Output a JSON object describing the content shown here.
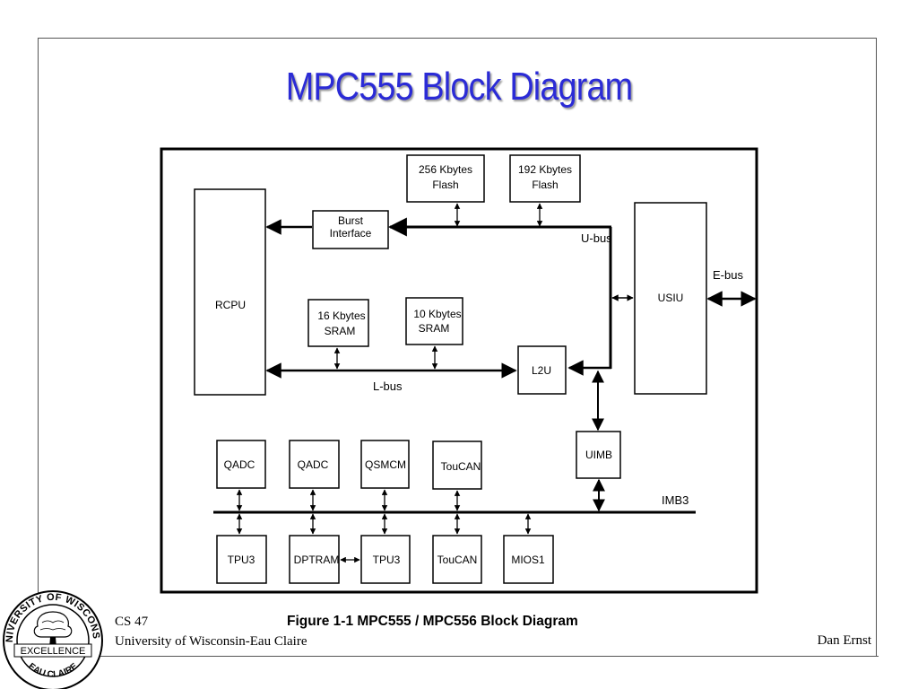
{
  "slide": {
    "title": "MPC555 Block Diagram",
    "figure_caption": "Figure 1-1  MPC555 / MPC556 Block Diagram",
    "course": "CS 47",
    "institution": "University of Wisconsin-Eau Claire",
    "author": "Dan Ernst"
  },
  "seal": {
    "top_text": "UNIVERSITY OF WISCONSIN",
    "middle_text": "EXCELLENCE",
    "bottom_text": "EAU CLAIRE"
  },
  "blocks": {
    "flash256": [
      "256 Kbytes",
      "Flash"
    ],
    "flash192": [
      "192 Kbytes",
      "Flash"
    ],
    "burst": [
      "Burst",
      "Interface"
    ],
    "rcpu": "RCPU",
    "sram16": [
      "16 Kbytes",
      "SRAM"
    ],
    "sram10": [
      "10 Kbytes",
      "SRAM"
    ],
    "usiu": "USIU",
    "l2u": "L2U",
    "uimb": "UIMB",
    "qadc_a": "QADC",
    "qadc_b": "QADC",
    "qsmcm": "QSMCM",
    "toucan_top": "TouCAN",
    "tpu3_a": "TPU3",
    "dptram": "DPTRAM",
    "tpu3_b": "TPU3",
    "toucan_bottom": "TouCAN",
    "mios1": "MIOS1"
  },
  "bus_labels": {
    "ubus": "U-bus",
    "ebus": "E-bus",
    "lbus": "L-bus",
    "imb3": "IMB3"
  }
}
